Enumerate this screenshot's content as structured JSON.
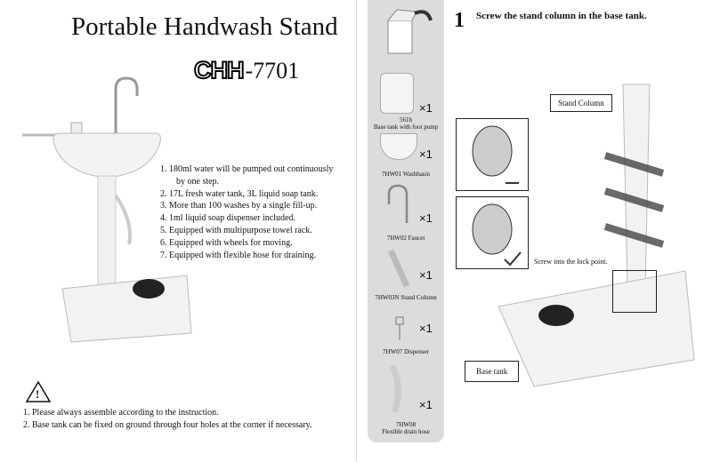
{
  "left_page": {
    "title": "Portable Handwash Stand",
    "logo": "CHH",
    "model": "-7701",
    "features": [
      "1. 180ml water will be pumped out continuously",
      "by one step.",
      "2. 17L fresh water tank, 3L liquid soap tank.",
      "3. More than 100 washes by a single fill-up.",
      "4. 1ml liquid soap dispenser included.",
      "5. Equipped with multipurpose towel rack.",
      "6. Equipped with wheels for moving.",
      "7. Equipped with flexible hose for draining."
    ],
    "warning_icon": "warning-triangle-icon",
    "warning_symbol": "!",
    "notes": [
      "1. Please always assemble according to the instruction.",
      "2. Base tank can be fixed on ground through four holes at the corner if necessary."
    ]
  },
  "parts": [
    {
      "code": "561b",
      "name": "Base tank with foot pump",
      "qty": "×1"
    },
    {
      "code": "7HW01",
      "name": "Washbasin",
      "qty": "×1"
    },
    {
      "code": "7HW02",
      "name": "Faucet",
      "qty": "×1"
    },
    {
      "code": "7HW03N",
      "name": "Stand Column",
      "qty": "×1"
    },
    {
      "code": "7HW07",
      "name": "Dispenser",
      "qty": "×1"
    },
    {
      "code": "7HW08",
      "name": "Flexible drain hose",
      "qty": "×1"
    }
  ],
  "step": {
    "number": "1",
    "text": "Screw the stand column in the base tank.",
    "label_column": "Stand Column",
    "label_lock": "Screw into the lock point.",
    "label_base": "Base tank"
  }
}
